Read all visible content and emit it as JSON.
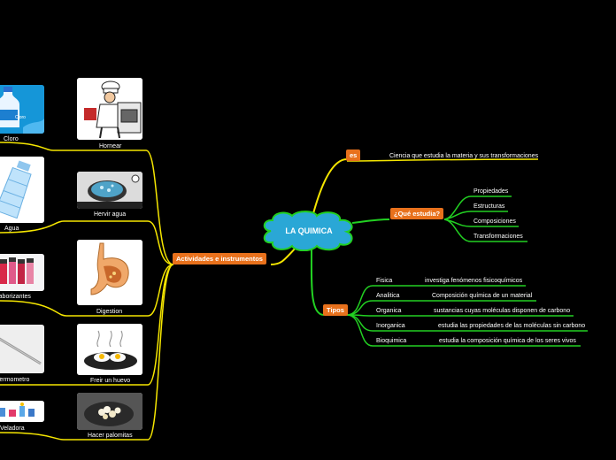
{
  "center": {
    "label": "LA QUIMICA"
  },
  "es": {
    "tag": "es",
    "definition": "Ciencia que estudia la materia y sus transformaciones"
  },
  "que_estudia": {
    "tag": "¿Qué estudia?",
    "items": [
      "Propiedades",
      "Estructuras",
      "Composiciones",
      "Transformaciones"
    ]
  },
  "tipos": {
    "tag": "Tipos",
    "items": [
      {
        "name": "Fisica",
        "desc": "investiga fenómenos fisicoquímicos"
      },
      {
        "name": "Analitica",
        "desc": "Composición química de un material"
      },
      {
        "name": "Organica",
        "desc": "sustancias cuyas moléculas disponen de carbono"
      },
      {
        "name": "Inorganica",
        "desc": "estudia las propiedades de las moléculas sin carbono"
      },
      {
        "name": "Bioquimica",
        "desc": "estudia la composición química de los seres vivos"
      }
    ]
  },
  "actividades": {
    "tag": "Actividades e instrumentos",
    "left_items": [
      "Cloro",
      "Agua",
      "Saborizantes",
      "Termometro",
      "Veladora"
    ],
    "right_items": [
      "Hornear",
      "Hervir agua",
      "Digestion",
      "Freir un huevo",
      "Hacer palomitas"
    ],
    "cloro_bottle_text": "Cloro"
  },
  "colors": {
    "yellow_branch": "#f5e600",
    "green_branch": "#22d022",
    "tag_orange": "#e8711c",
    "center_fill": "#2aa7d6",
    "center_border": "#22d022"
  }
}
